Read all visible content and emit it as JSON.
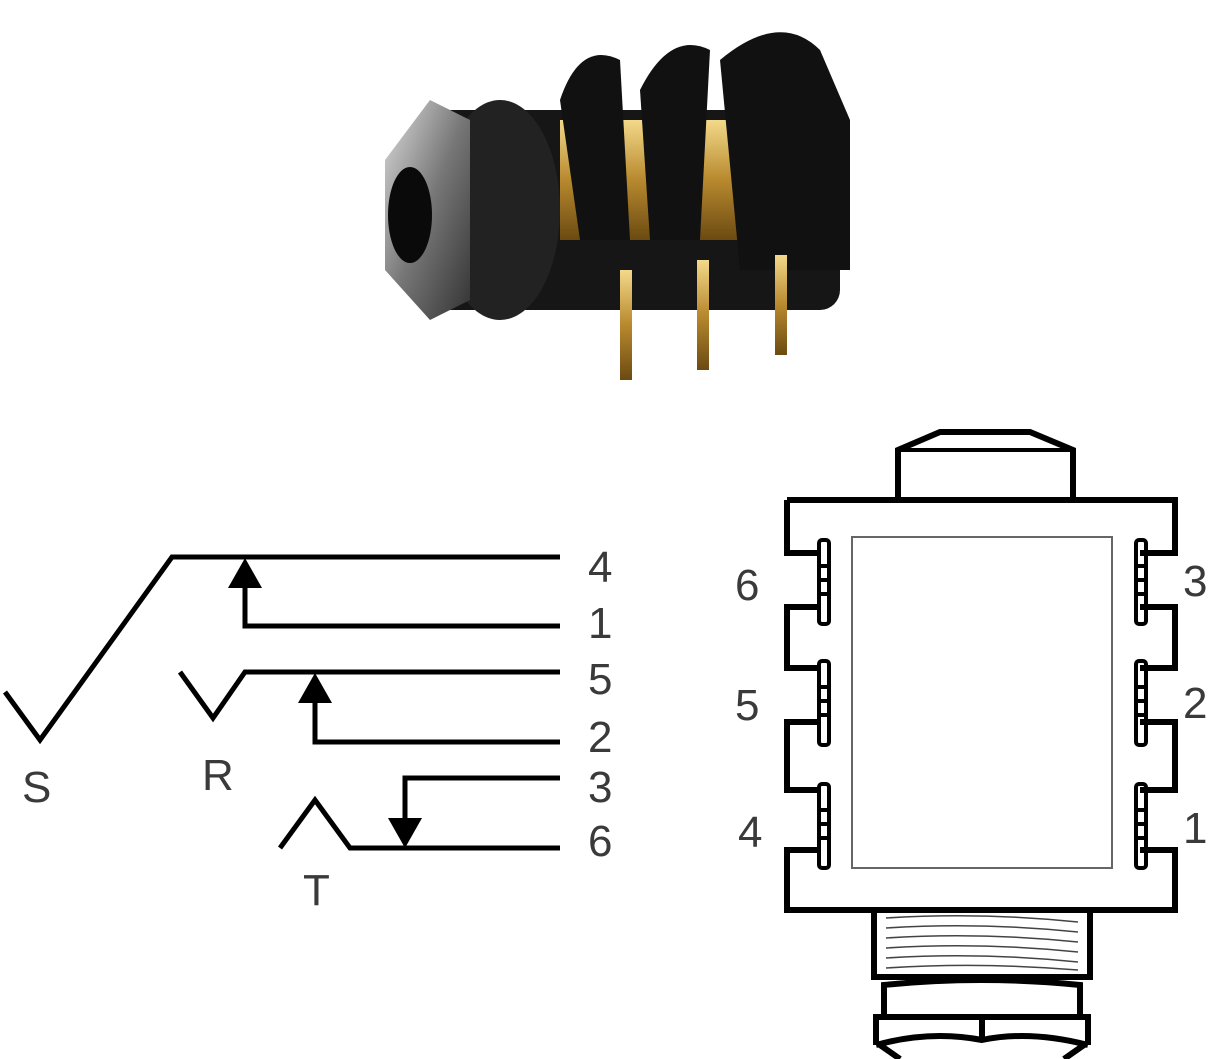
{
  "schematic": {
    "sleeve_label": "S",
    "ring_label": "R",
    "tip_label": "T",
    "pins": [
      "4",
      "1",
      "5",
      "2",
      "3",
      "6"
    ]
  },
  "outline": {
    "left_pins": [
      "6",
      "5",
      "4"
    ],
    "right_pins": [
      "3",
      "2",
      "1"
    ]
  },
  "colors": {
    "line": "#000000",
    "text": "#3a3a3a",
    "brass": "#c9a24a",
    "body": "#1a1a1a"
  }
}
